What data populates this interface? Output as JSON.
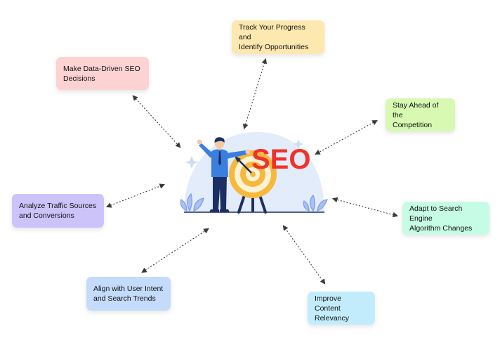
{
  "central": {
    "label": "SEO"
  },
  "nodes": {
    "track": {
      "line1": "Track Your Progress and",
      "line2": "Identify Opportunities",
      "color": "#fde8b0"
    },
    "data": {
      "line1": "Make Data-Driven SEO",
      "line2": "Decisions",
      "color": "#fcd2d3"
    },
    "stay": {
      "line1": "Stay Ahead of the",
      "line2": "Competition",
      "color": "#d7f9b1"
    },
    "traffic": {
      "line1": "Analyze Traffic Sources",
      "line2": "and Conversions",
      "color": "#cdc3fb"
    },
    "adapt": {
      "line1": "Adapt to Search Engine",
      "line2": "Algorithm Changes",
      "color": "#c6fbe5"
    },
    "align": {
      "line1": "Align with User Intent",
      "line2": "and Search Trends",
      "color": "#c4dbfc"
    },
    "improve": {
      "line1": "Improve Content",
      "line2": "Relevancy",
      "color": "#c2ecfb"
    }
  },
  "colors": {
    "connector": "#3a3a3a",
    "dome": "#e3ecfb",
    "seo_text": "#f2322a",
    "shirt": "#3a7fe0",
    "pants": "#1b2f63",
    "target_outer": "#f6b93b",
    "target_ring": "#fff2d6"
  }
}
